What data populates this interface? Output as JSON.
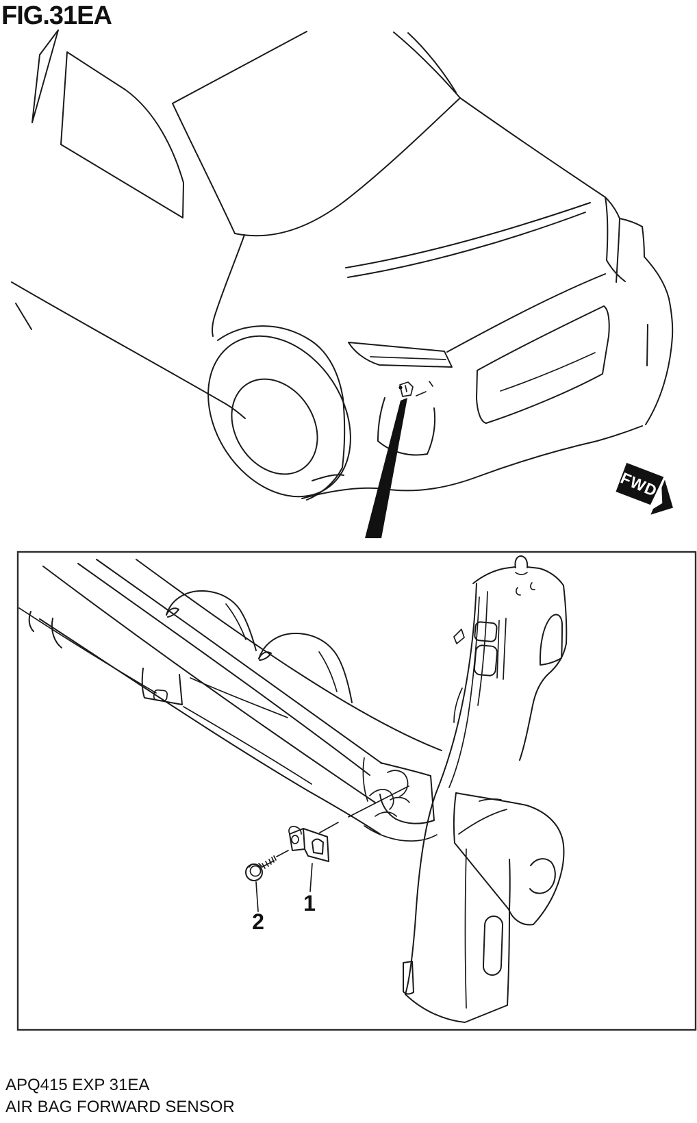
{
  "figure": {
    "id_label": "FIG.31EA"
  },
  "direction_indicator": {
    "label": "FWD"
  },
  "detail_view": {
    "callouts": [
      {
        "number": "1"
      },
      {
        "number": "2"
      }
    ]
  },
  "footer": {
    "line1": "APQ415 EXP 31EA",
    "line2": "AIR BAG FORWARD SENSOR"
  },
  "colors": {
    "ink": "#1a1a1a",
    "background": "#ffffff"
  }
}
